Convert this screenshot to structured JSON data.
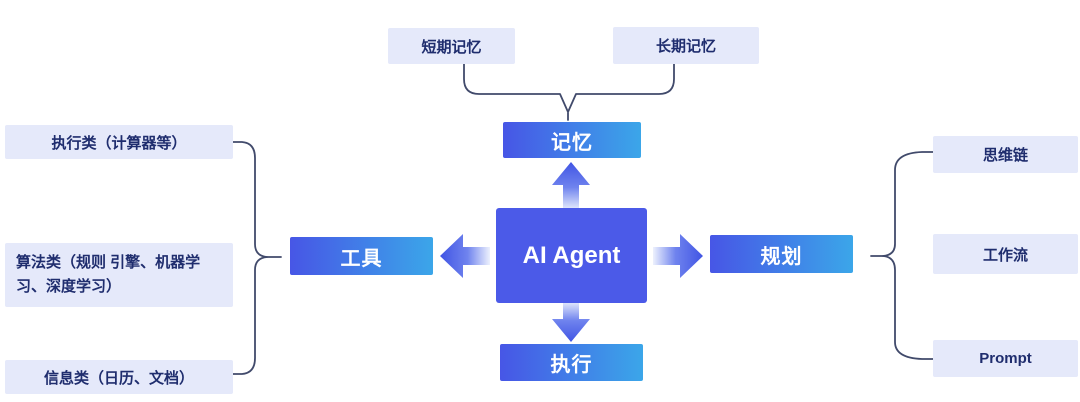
{
  "diagram": {
    "center_node": {
      "label": "AI Agent"
    },
    "branch_nodes": {
      "memory": {
        "label": "记忆"
      },
      "tools": {
        "label": "工具"
      },
      "planning": {
        "label": "规划"
      },
      "execution": {
        "label": "执行"
      }
    },
    "memory_items": [
      {
        "label": "短期记忆"
      },
      {
        "label": "长期记忆"
      }
    ],
    "tools_items": [
      {
        "label": "执行类（计算器等）"
      },
      {
        "label": "算法类（规则 引擎、机器学习、深度学习）"
      },
      {
        "label": "信息类（日历、文档）"
      }
    ],
    "planning_items": [
      {
        "label": "思维链"
      },
      {
        "label": "工作流"
      },
      {
        "label": "Prompt"
      }
    ],
    "colors": {
      "center_box": "#4B5AE8",
      "branch_gradient_start": "#4756E6",
      "branch_gradient_end": "#3BA6E9",
      "arrow": "#4155E4",
      "leaf_box_bg": "#E5E9FA",
      "leaf_box_text": "#1F2D6E",
      "brace_line": "#414A6B"
    }
  }
}
